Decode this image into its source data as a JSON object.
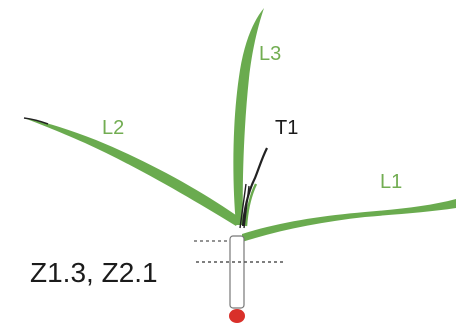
{
  "diagram": {
    "labels": {
      "leaf_1": "L1",
      "leaf_2": "L2",
      "leaf_3": "L3",
      "tiller_1": "T1",
      "growth_stage": "Z1.3, Z2.1"
    },
    "colors": {
      "leaf_green": "#6aab4f",
      "leaf_label_green": "#72ad52",
      "outline": "#222222",
      "seed_red": "#d9302a",
      "text_dark": "#1b1b1b"
    }
  }
}
